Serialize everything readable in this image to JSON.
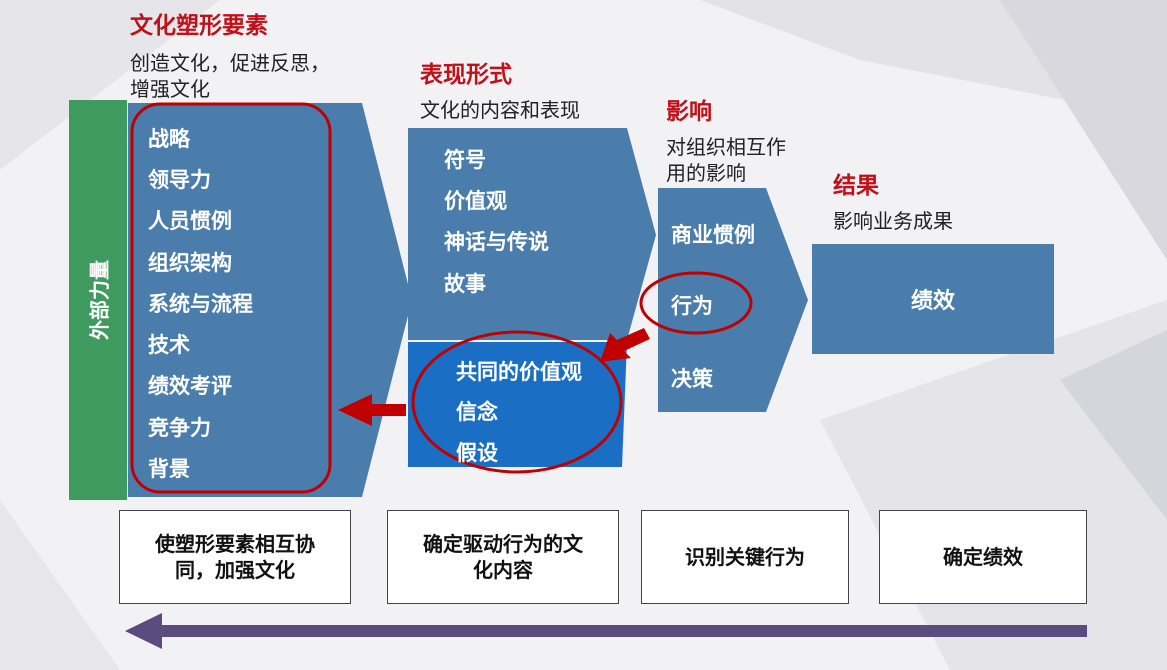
{
  "columns": {
    "shaping": {
      "title": "文化塑形要素",
      "subtitle_lines": [
        "创造文化，促进反思，",
        "增强文化"
      ],
      "items": [
        "战略",
        "领导力",
        "人员惯例",
        "组织架构",
        "系统与流程",
        "技术",
        "绩效考评",
        "竞争力",
        "背景"
      ]
    },
    "expression": {
      "title": "表现形式",
      "subtitle": "文化的内容和表现",
      "items": [
        "符号",
        "价值观",
        "神话与传说",
        "故事"
      ],
      "core_items": [
        "共同的价值观",
        "信念",
        "假设"
      ]
    },
    "influence": {
      "title": "影响",
      "subtitle_lines": [
        "对组织相互作",
        "用的影响"
      ],
      "items": [
        "商业惯例",
        "行为",
        "决策"
      ]
    },
    "result": {
      "title": "结果",
      "subtitle": "影响业务成果",
      "item": "绩效"
    }
  },
  "external_force": "外部力量",
  "bottom_boxes": [
    [
      "使塑形要素相互协",
      "同，加强文化"
    ],
    [
      "确定驱动行为的文",
      "化内容"
    ],
    [
      "识别关键行为"
    ],
    [
      "确定绩效"
    ]
  ],
  "colors": {
    "title_red": "#c0101a",
    "shape_blue": "#4a7dab",
    "core_blue": "#1a6fc4",
    "green": "#3f9a5f",
    "arrow_purple": "#5c4b7e",
    "circle_red": "#c00000"
  }
}
